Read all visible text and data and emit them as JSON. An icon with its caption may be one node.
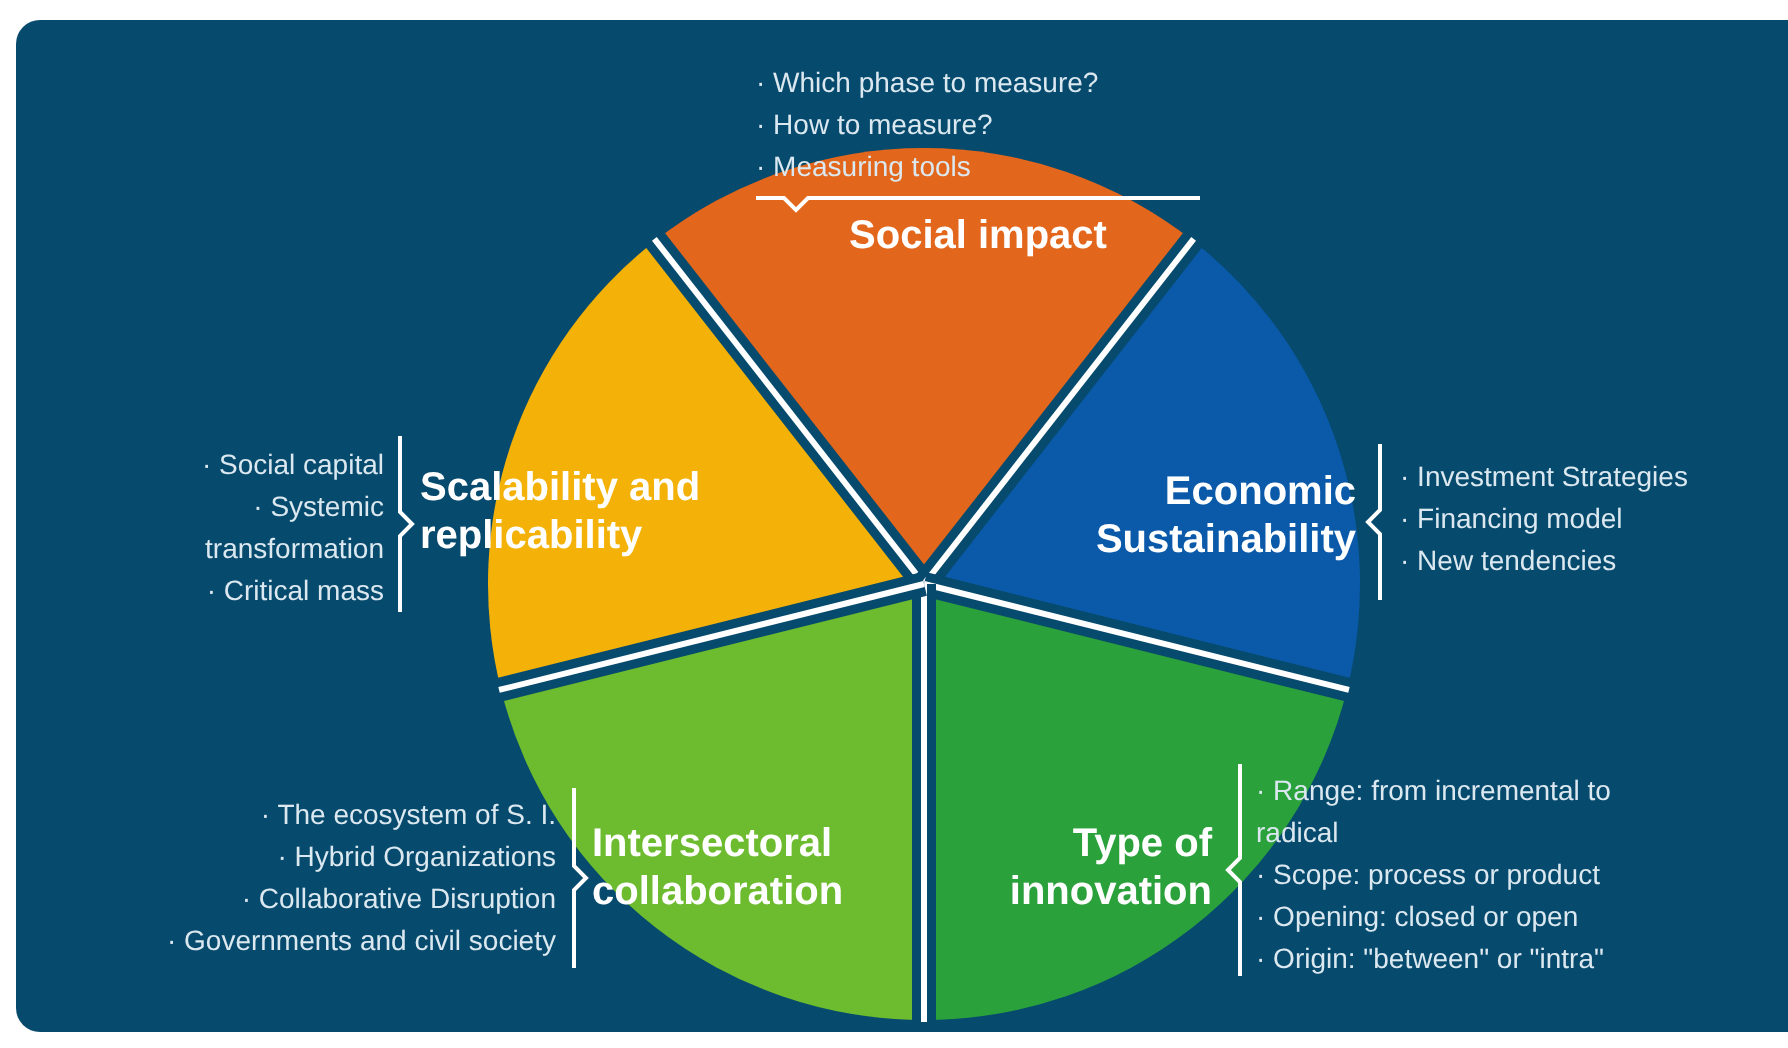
{
  "diagram": {
    "nodes": [
      {
        "text": [
          "Social impact"
        ],
        "beside": [
          "· Which phase to measure?",
          "· How to measure?",
          "· Measuring tools"
        ]
      },
      {
        "text": [
          "Economic Sustainability"
        ],
        "beside": [
          "· Investment Strategies",
          "· Financing model",
          "· New tendencies"
        ]
      },
      {
        "text": [
          "Type of innovation"
        ],
        "beside": [
          "· Range: from incremental to radical",
          "· Scope: process or product",
          "· Opening: closed or open",
          "· Origin: \"between\" or \"intra\""
        ]
      },
      {
        "text": [
          "Intersectoral collaboration"
        ],
        "beside": [
          "· The ecosystem of S. I.",
          "· Hybrid Organizations",
          "· Collaborative Disruption",
          "· Governments and civil society"
        ]
      },
      {
        "text": [
          "Scalability and replicability"
        ],
        "beside": [
          "· Social capital",
          "· Systemic transformation",
          "· Critical mass"
        ]
      }
    ]
  }
}
